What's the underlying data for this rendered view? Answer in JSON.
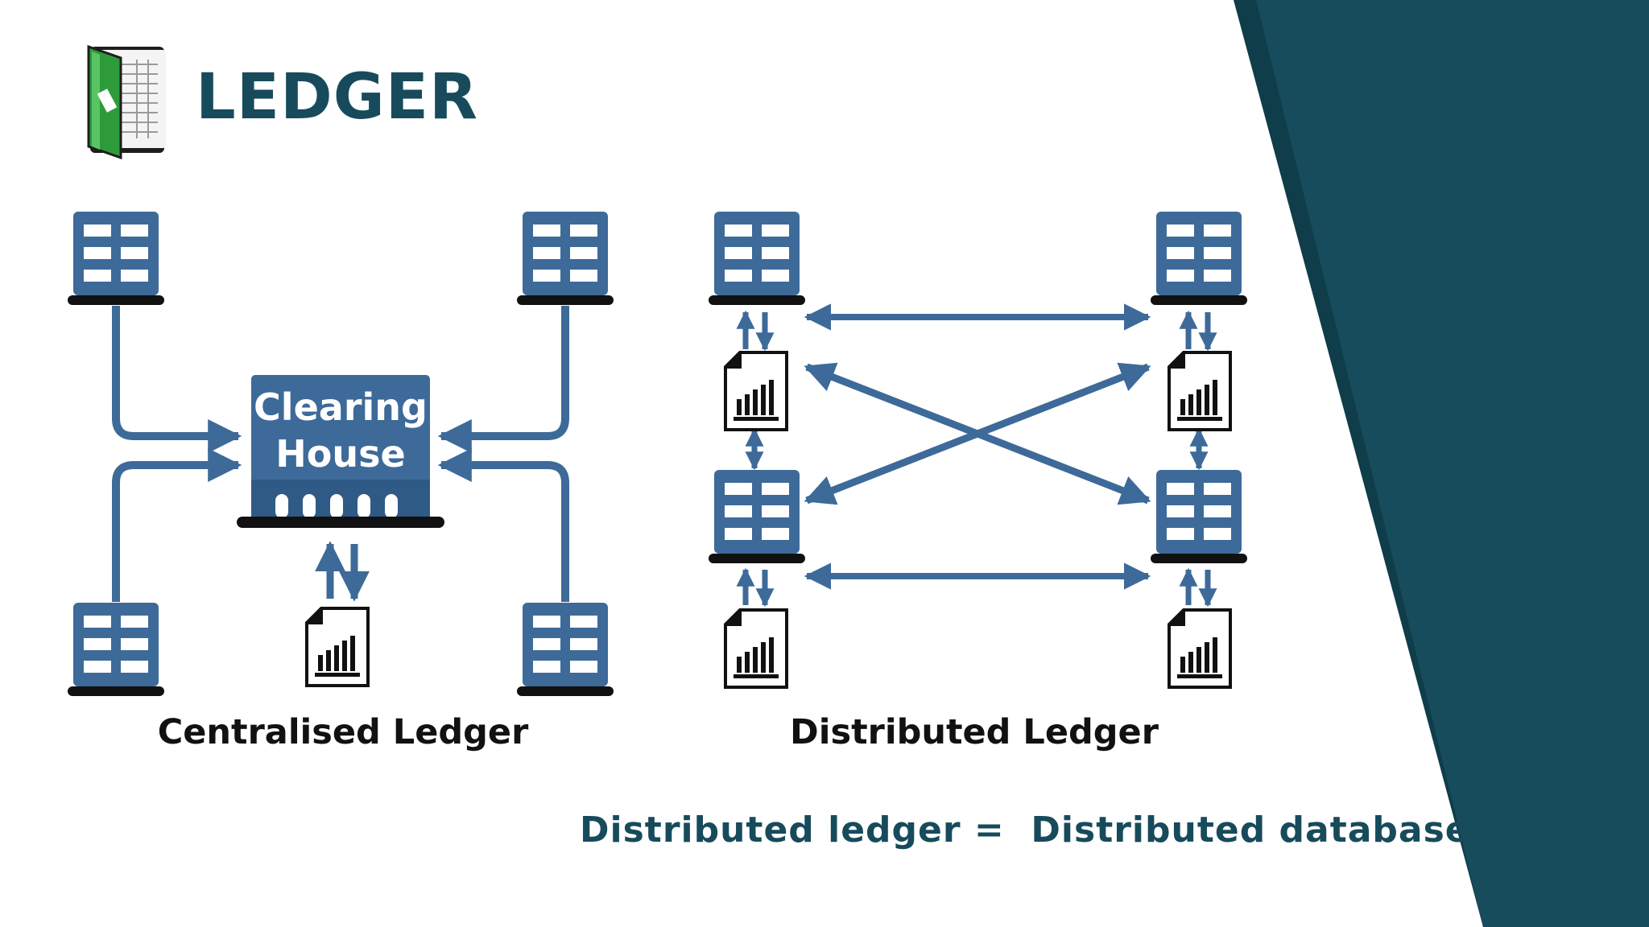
{
  "slide": {
    "title": "LEDGER",
    "equation": "Distributed ledger =  Distributed database"
  },
  "diagram": {
    "clearing_house_line1": "Clearing",
    "clearing_house_line2": "House",
    "caption_left": "Centralised Ledger",
    "caption_right": "Distributed Ledger"
  },
  "colors": {
    "node_blue": "#3d6a99",
    "node_dark": "#1f4e79",
    "teal_panel": "#164c5b",
    "teal_panel_dark": "#0f3d49",
    "title_teal": "#174b5b",
    "base_black": "#111111",
    "book_green": "#2e9b3a"
  }
}
